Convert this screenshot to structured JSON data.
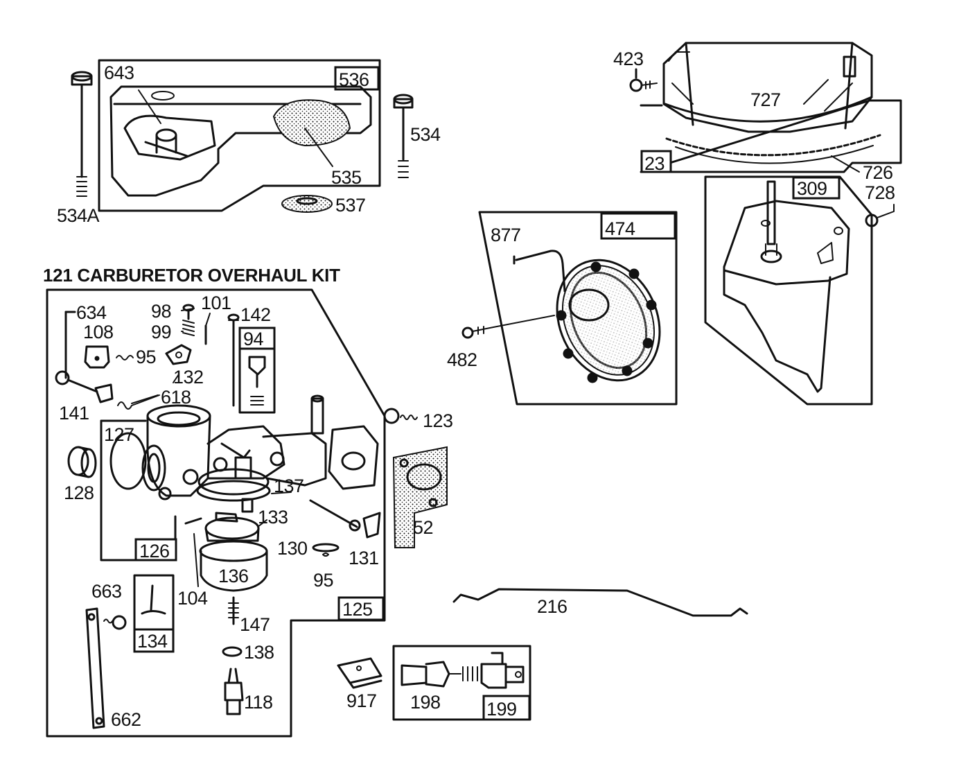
{
  "kit_title": "121 CARBURETOR OVERHAUL KIT",
  "parts": {
    "p536": "536",
    "p643": "643",
    "p534": "534",
    "p534a": "534A",
    "p535": "535",
    "p537": "537",
    "p423": "423",
    "p727": "727",
    "p23": "23",
    "p726": "726",
    "p728": "728",
    "p309": "309",
    "p877": "877",
    "p474": "474",
    "p482": "482",
    "p634": "634",
    "p108": "108",
    "p95a": "95",
    "p141": "141",
    "p98": "98",
    "p99": "99",
    "p101": "101",
    "p132": "132",
    "p618": "618",
    "p142": "142",
    "p94": "94",
    "p123": "123",
    "p127": "127",
    "p128": "128",
    "p137": "137",
    "p133": "133",
    "p52": "52",
    "p126": "126",
    "p130": "130",
    "p131": "131",
    "p95b": "95",
    "p136": "136",
    "p104": "104",
    "p125": "125",
    "p663": "663",
    "p134": "134",
    "p147": "147",
    "p138": "138",
    "p118": "118",
    "p662": "662",
    "p216": "216",
    "p917": "917",
    "p198": "198",
    "p199": "199"
  }
}
